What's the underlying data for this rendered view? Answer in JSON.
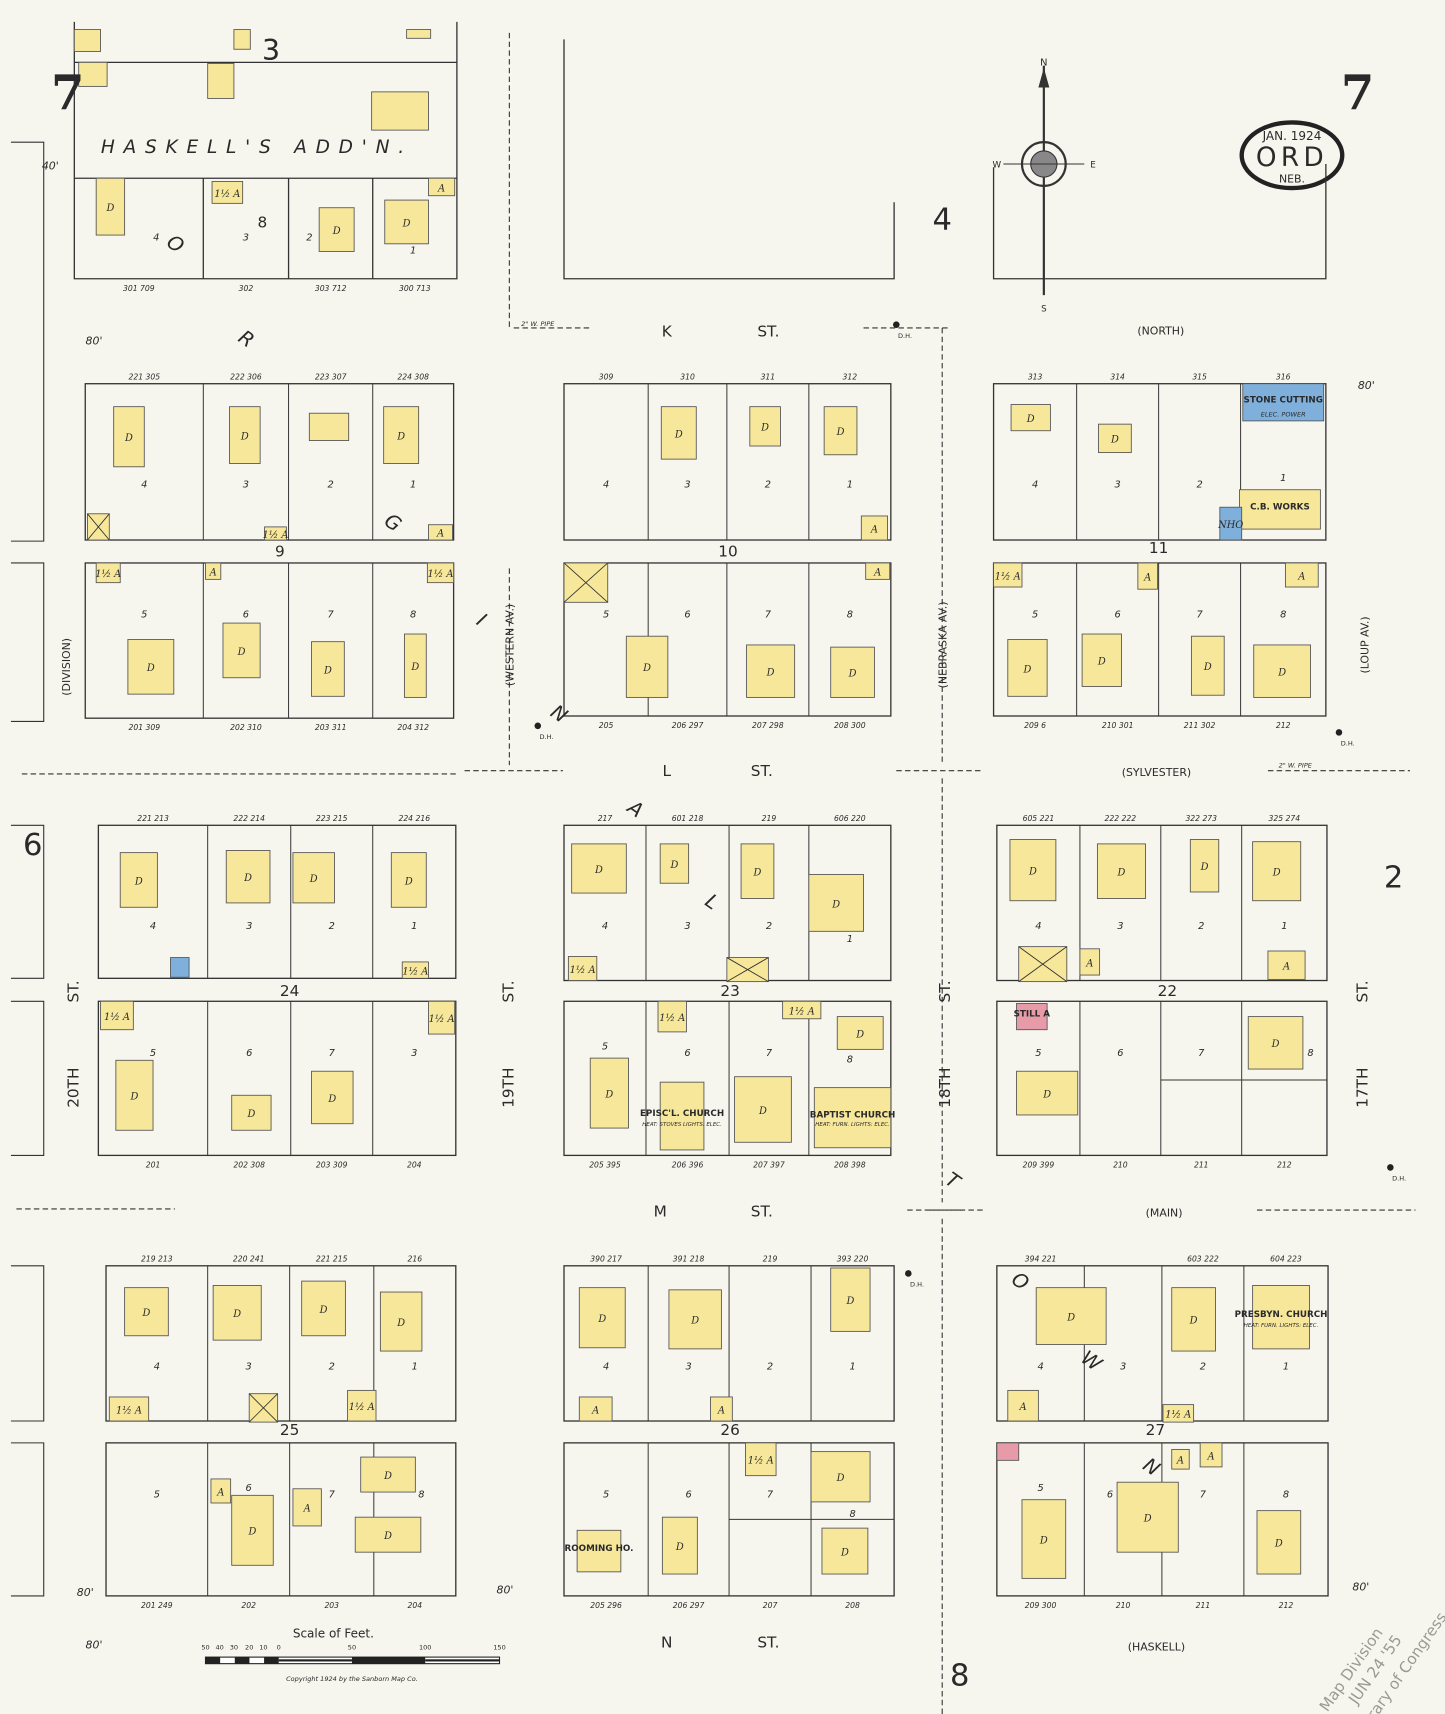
{
  "sheet": {
    "number": "7",
    "adjacent_sheets": {
      "top": "3",
      "top_right": "4",
      "left": "6",
      "right": "2",
      "bottom": "8"
    }
  },
  "title_box": {
    "date": "JAN. 1924",
    "town": "ORD",
    "state": "NEB."
  },
  "addition_label": "HASKELL'S ADD'N.",
  "town_label_letters": [
    "O",
    "R",
    "G",
    "I",
    "N",
    "A",
    "L",
    "T",
    "O",
    "W",
    "N"
  ],
  "streets": {
    "k": {
      "name": "K",
      "suffix": "ST.",
      "alt": "(NORTH)"
    },
    "l": {
      "name": "L",
      "suffix": "ST.",
      "alt": "(SYLVESTER)"
    },
    "m": {
      "name": "M",
      "suffix": "ST.",
      "alt": "(MAIN)"
    },
    "n": {
      "name": "N",
      "suffix": "ST.",
      "alt": "(HASKELL)"
    },
    "s20": {
      "name": "20TH",
      "suffix": "ST.",
      "alt": "(DIVISION)"
    },
    "s19": {
      "name": "19TH",
      "suffix": "ST.",
      "alt": "(WESTERN AV.)"
    },
    "s18": {
      "name": "18TH",
      "suffix": "ST.",
      "alt": "(NEBRASKA AV.)"
    },
    "s17": {
      "name": "17TH",
      "suffix": "ST.",
      "alt": "(LOUP AV.)"
    }
  },
  "blocks": [
    {
      "number": "8",
      "lots_top": [
        "4",
        "3",
        "2",
        "1"
      ],
      "lots_bottom": [],
      "numbers_top": [],
      "numbers_bottom": [
        "301 709",
        "302",
        "303 712",
        "300 713"
      ]
    },
    {
      "number": "9",
      "lots_top": [
        "4",
        "3",
        "2",
        "1"
      ],
      "lots_bottom": [
        "5",
        "6",
        "7",
        "8"
      ],
      "numbers_top": [
        "221 305",
        "222 306",
        "223 307",
        "224 308"
      ],
      "numbers_bottom": [
        "201 309",
        "202 310",
        "203 311",
        "204 312"
      ]
    },
    {
      "number": "10",
      "lots_top": [
        "4",
        "3",
        "2",
        "1"
      ],
      "lots_bottom": [
        "5",
        "6",
        "7",
        "8"
      ],
      "numbers_top": [
        "309",
        "310",
        "311",
        "312"
      ],
      "numbers_bottom": [
        "205",
        "206 297",
        "207 298",
        "208 300"
      ]
    },
    {
      "number": "11",
      "lots_top": [
        "4",
        "3",
        "2",
        "1"
      ],
      "lots_bottom": [
        "5",
        "6",
        "7",
        "8"
      ],
      "numbers_top": [
        "313",
        "314",
        "315",
        "316"
      ],
      "numbers_bottom": [
        "209 6",
        "210 301",
        "211 302",
        "212"
      ]
    },
    {
      "number": "24",
      "lots_top": [
        "4",
        "3",
        "2",
        "1"
      ],
      "lots_bottom": [
        "5",
        "6",
        "7",
        "3"
      ],
      "numbers_top": [
        "221 213",
        "222 214",
        "223 215",
        "224 216"
      ],
      "numbers_bottom": [
        "201",
        "202 308",
        "203 309",
        "204"
      ]
    },
    {
      "number": "23",
      "lots_top": [
        "4",
        "3",
        "2",
        "1"
      ],
      "lots_bottom": [
        "5",
        "6",
        "7",
        "8"
      ],
      "numbers_top": [
        "217",
        "601 218",
        "219",
        "606 220"
      ],
      "numbers_bottom": [
        "205 395",
        "206 396",
        "207 397",
        "208 398"
      ]
    },
    {
      "number": "22",
      "lots_top": [
        "4",
        "3",
        "2",
        "1"
      ],
      "lots_bottom": [
        "5",
        "6",
        "7",
        "8"
      ],
      "numbers_top": [
        "605 221",
        "222 222",
        "322 273",
        "325 274"
      ],
      "numbers_bottom": [
        "209 399",
        "210",
        "211",
        "212"
      ]
    },
    {
      "number": "25",
      "lots_top": [
        "4",
        "3",
        "2",
        "1"
      ],
      "lots_bottom": [
        "5",
        "6",
        "7",
        "8"
      ],
      "numbers_top": [
        "219 213",
        "220 241",
        "221 215",
        "216"
      ],
      "numbers_bottom": [
        "201 249",
        "202",
        "203",
        "204"
      ]
    },
    {
      "number": "26",
      "lots_top": [
        "4",
        "3",
        "2",
        "1"
      ],
      "lots_bottom": [
        "5",
        "6",
        "7",
        "8"
      ],
      "numbers_top": [
        "390 217",
        "391 218",
        "219",
        "393 220"
      ],
      "numbers_bottom": [
        "205 296",
        "206 297",
        "207",
        "208"
      ]
    },
    {
      "number": "27",
      "lots_top": [
        "4",
        "3",
        "2",
        "1"
      ],
      "lots_bottom": [
        "5",
        "6",
        "7",
        "8"
      ],
      "numbers_top": [
        "394 221",
        "",
        "603 222",
        "604 223"
      ],
      "numbers_bottom": [
        "209 300",
        "210",
        "211",
        "212"
      ]
    }
  ],
  "buildings": [
    "",
    "",
    "",
    "",
    "",
    "",
    "D",
    "1½ A",
    "D",
    "D",
    "A",
    "D",
    "D",
    "",
    "D",
    "",
    "1½ A",
    "A",
    "1½ A",
    "A",
    "1½ A",
    "D",
    "D",
    "D",
    "D",
    "D",
    "D",
    "D",
    "A",
    "",
    "A",
    "D",
    "D",
    "D",
    "D",
    "D",
    "STONE CUTTING",
    "C.B. WORKS",
    "NHO",
    "1½ A",
    "A",
    "A",
    "D",
    "D",
    "D",
    "D",
    "D",
    "D",
    "D",
    "D",
    "",
    "1½ A",
    "1½ A",
    "1½ A",
    "D",
    "D",
    "D",
    "D",
    "D",
    "D",
    "D",
    "1½ A",
    "",
    "1½ A",
    "1½ A",
    "D",
    "D",
    "EPISC'L. CHURCH",
    "D",
    "BAPTIST CHURCH",
    "D",
    "D",
    "D",
    "D",
    "",
    "A",
    "A",
    "STILL A",
    "D",
    "D",
    "D",
    "D",
    "D",
    "D",
    "1½ A",
    "",
    "1½ A",
    "A",
    "D",
    "A",
    "D",
    "D",
    "D",
    "D",
    "D",
    "A",
    "A",
    "1½ A",
    "D",
    "ROOMING HO.",
    "D",
    "D",
    "D",
    "D",
    "PRESBYN. CHURCH",
    "A",
    "1½ A",
    "",
    "A",
    "A",
    "D",
    "D",
    "D"
  ],
  "building_notes": {
    "stone_cutting": "ELEC. POWER",
    "episcopal_church": "HEAT: STOVES LIGHTS: ELEC.",
    "baptist_church": "HEAT: FURN. LIGHTS: ELEC.",
    "presbyterian_church": "HEAT: FURN. LIGHTS: ELEC."
  },
  "dimension_marks": [
    "40'",
    "80'",
    "80'",
    "80'",
    "80'",
    "80'",
    "80'"
  ],
  "pipe_label": "2\" W. PIPE",
  "hydrant_label": "D.H.",
  "scale": {
    "title": "Scale of Feet.",
    "ticks": [
      "50",
      "40",
      "30",
      "20",
      "10",
      "0",
      "50",
      "100",
      "150"
    ]
  },
  "copyright": "Copyright 1924 by the Sanborn Map Co.",
  "stamp": {
    "line1": "Map Division",
    "line2": "JUN 24 '55",
    "line3": "Library of Congress"
  },
  "compass": {
    "north": "N",
    "south": "S",
    "east": "E",
    "west": "W"
  },
  "colors": {
    "paper": "#f6f5ee",
    "frame_dwelling": "#f7e79a",
    "brick_stone": "#7fb0dc",
    "special": "#e79aa8",
    "ink": "#2a2a2a"
  }
}
